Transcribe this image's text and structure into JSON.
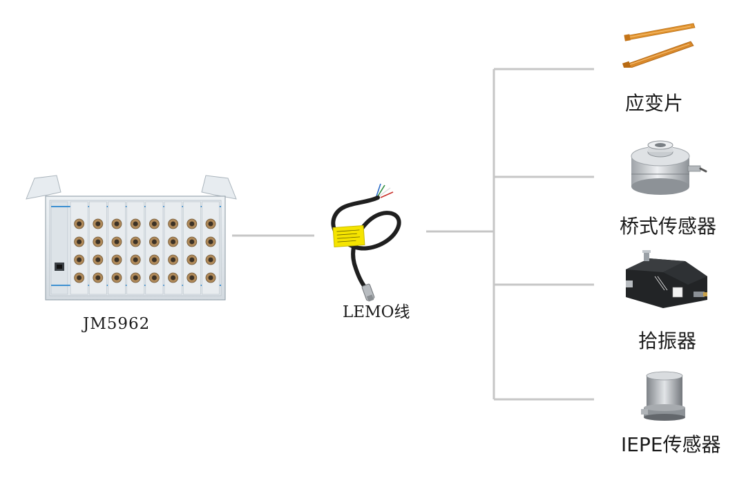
{
  "device": {
    "label": "JM5962",
    "icon": "data-acquisition-chassis-icon"
  },
  "cable": {
    "label": "LEMO线",
    "icon": "lemo-cable-icon",
    "tag_color": "#f5e400"
  },
  "sensors": [
    {
      "label": "应变片",
      "icon": "strain-gauge-icon"
    },
    {
      "label": "桥式传感器",
      "icon": "load-cell-icon"
    },
    {
      "label": "拾振器",
      "icon": "vibration-pickup-icon"
    },
    {
      "label": "IEPE传感器",
      "icon": "iepe-accelerometer-icon"
    }
  ],
  "colors": {
    "connector_line": "#c6c6c6",
    "chassis_panel": "#dfe5ea",
    "chassis_accent": "#3b8fd1",
    "strain_gauge": "#d9892a"
  }
}
